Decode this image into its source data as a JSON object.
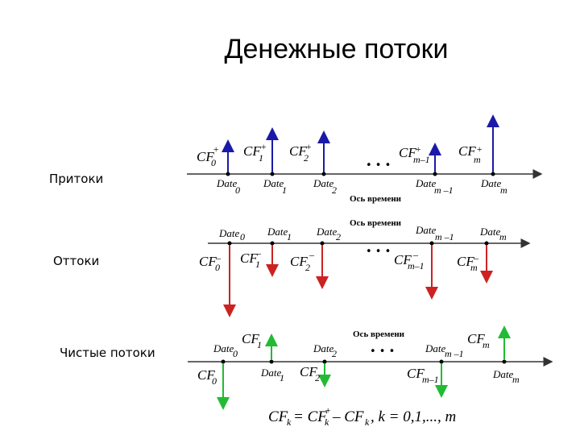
{
  "title": "Денежные потоки",
  "labels": {
    "inflows": "Притоки",
    "outflows": "Оттоки",
    "net": "Чистые потоки"
  },
  "axis_label": "Ось времени",
  "ellipsis": "• • •",
  "dates": {
    "d0": "0",
    "d1": "1",
    "d2": "2",
    "dm1": "m –1",
    "dm": "m",
    "word": "Date"
  },
  "colors": {
    "inflow": "#1a1aa8",
    "outflow": "#cc2222",
    "net": "#22bb33",
    "axis": "#333333"
  },
  "formula": {
    "text": "CF",
    "sub_k": "k",
    "sup_plus": "+",
    "sup_minus": "–",
    "rest": "= CF",
    "minus": "– CF",
    "range": ",    k = 0,1,..., m"
  }
}
